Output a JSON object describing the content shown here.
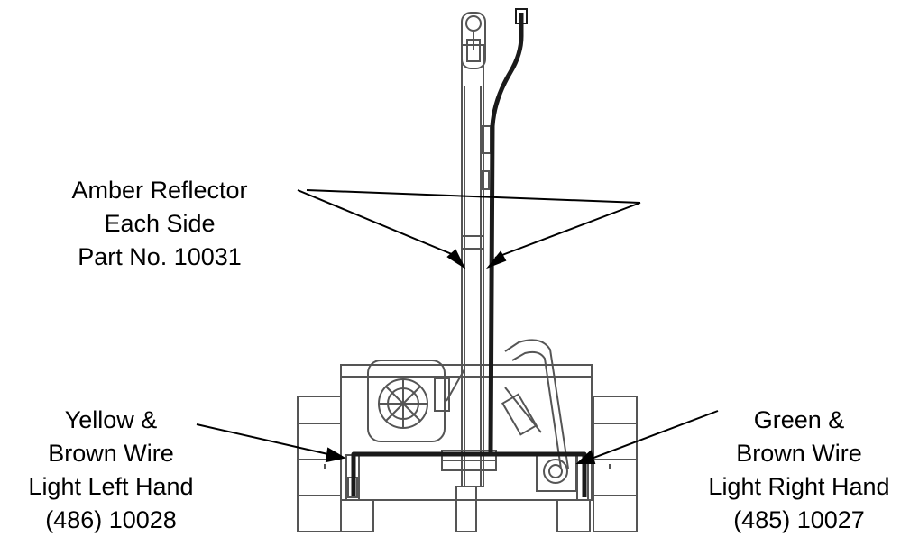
{
  "callouts": {
    "amber_reflector": {
      "lines": [
        "Amber Reflector",
        "Each Side",
        "Part No. 10031"
      ]
    },
    "left_light": {
      "lines": [
        "Yellow &",
        "Brown Wire",
        "Light Left Hand",
        "(486) 10028"
      ]
    },
    "right_light": {
      "lines": [
        "Green &",
        "Brown Wire",
        "Light Right Hand",
        "(485) 10027"
      ]
    }
  },
  "colors": {
    "line": "#000000",
    "drawing": "#555555",
    "cable": "#1a1a1a",
    "background": "#ffffff"
  }
}
